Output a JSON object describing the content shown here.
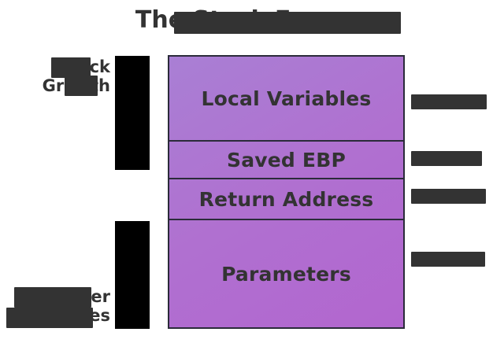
{
  "title": {
    "text": "The Stack Frame",
    "redacted": true
  },
  "stack_frame": {
    "cells": [
      {
        "label": "Local Variables"
      },
      {
        "label": "Saved EBP"
      },
      {
        "label": "Return Address"
      },
      {
        "label": "Parameters"
      }
    ],
    "border_color": "#2b2b3a",
    "fill_start": "#a97fd4",
    "fill_end": "#b266cf"
  },
  "left_annotations": {
    "stack_growth": "Stack\nGrowth",
    "stack_growth_line1": "Stack",
    "stack_growth_line2": "Growth",
    "higher_addresses_line1": "Higher",
    "higher_addresses_line2": "Addresses"
  },
  "right_annotations": [
    {
      "label": "",
      "redacted": true
    },
    {
      "label": "",
      "redacted": true
    },
    {
      "label": "",
      "redacted": true
    },
    {
      "label": "",
      "redacted": true
    }
  ],
  "colors": {
    "text": "#333333",
    "arrow": "#000000",
    "background": "#ffffff"
  }
}
